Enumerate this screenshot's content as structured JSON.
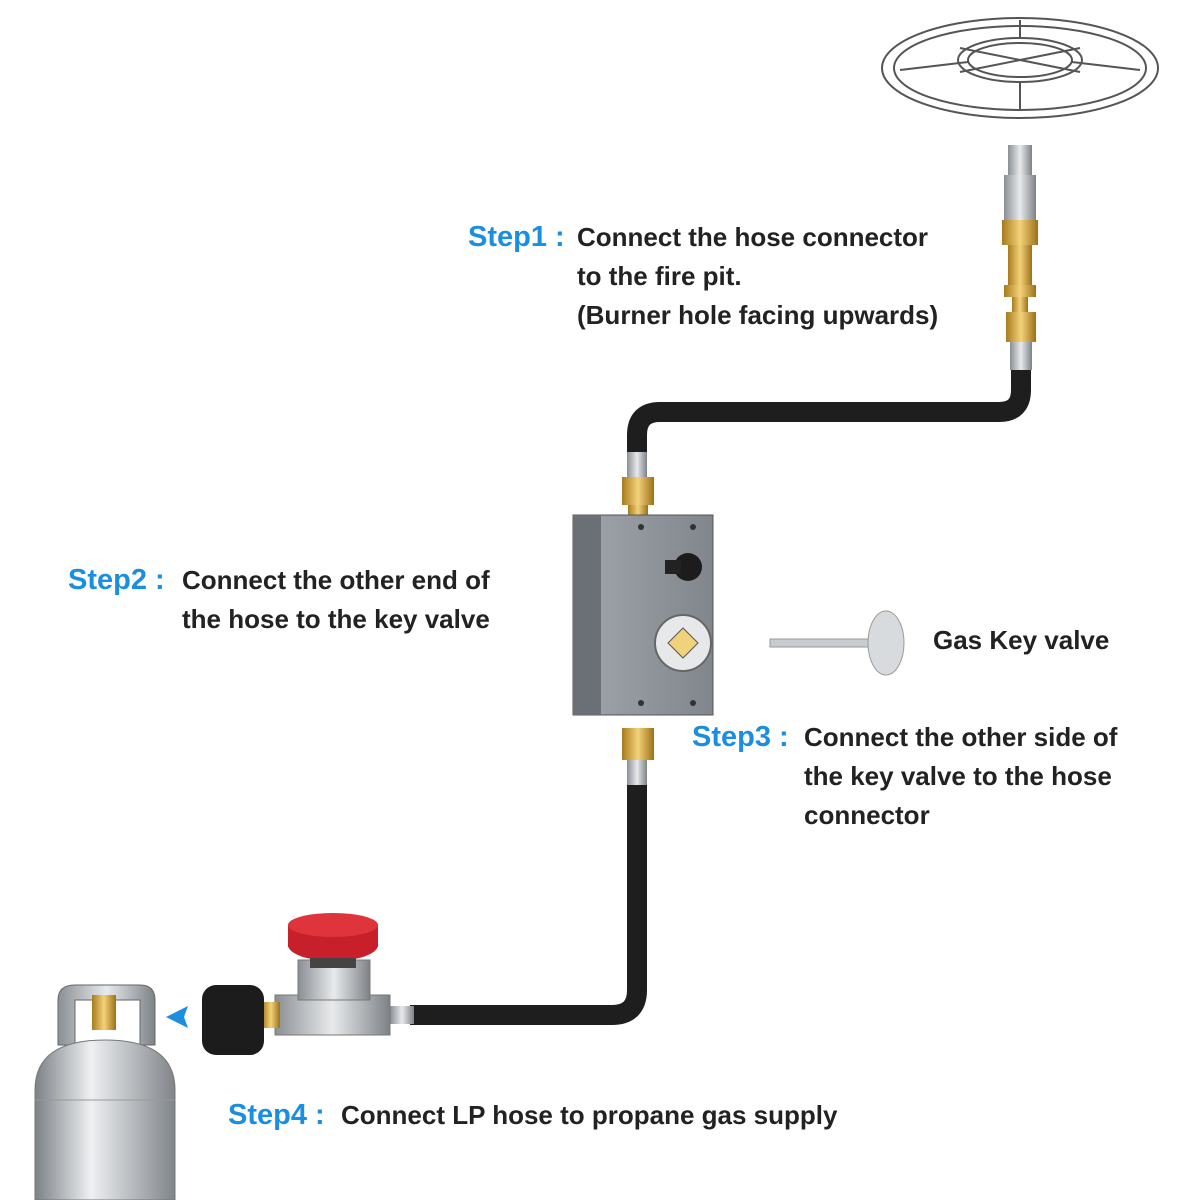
{
  "colors": {
    "step_label": "#1a8fe0",
    "text": "#222222",
    "hose": "#1e1e1e",
    "brass": "#d4a83a",
    "knob": "#c8202a",
    "valve_box": "#8a9096"
  },
  "steps": [
    {
      "label": "Step1 :",
      "lines": [
        "Connect the hose connector",
        "to the fire pit.",
        "(Burner hole facing upwards)"
      ]
    },
    {
      "label": "Step2 :",
      "lines": [
        "Connect the other end of",
        "the hose to the key valve"
      ]
    },
    {
      "label": "Step3 :",
      "lines": [
        "Connect the other side of",
        "the key valve to the hose",
        "connector"
      ]
    },
    {
      "label": "Step4 :",
      "lines": [
        "Connect LP hose to propane gas supply"
      ]
    }
  ],
  "key_label": "Gas Key valve",
  "icons": [
    "fire-pit-burner-ring",
    "hose-connector",
    "gas-hose",
    "key-valve-box",
    "gas-key",
    "regulator",
    "propane-tank",
    "arrow-left"
  ]
}
